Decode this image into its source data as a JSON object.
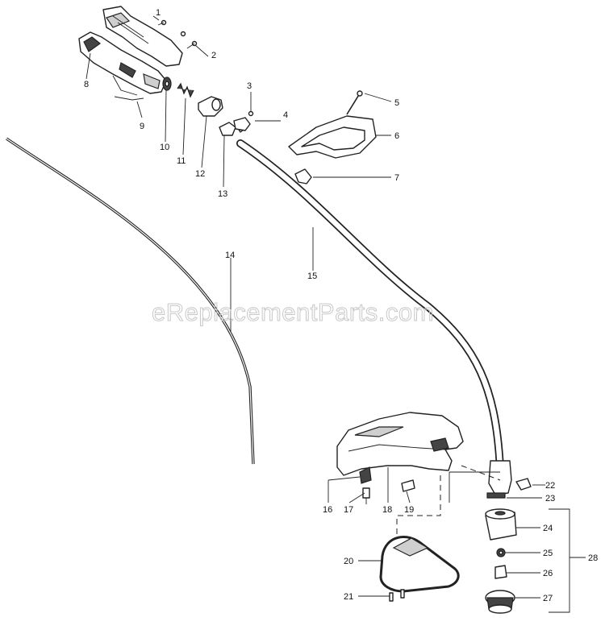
{
  "watermark": "eReplacementParts.com",
  "callouts": [
    "1",
    "2",
    "3",
    "4",
    "5",
    "6",
    "7",
    "8",
    "9",
    "10",
    "11",
    "12",
    "13",
    "14",
    "15",
    "16",
    "17",
    "18",
    "19",
    "20",
    "21",
    "22",
    "23",
    "24",
    "25",
    "26",
    "27",
    "28"
  ]
}
